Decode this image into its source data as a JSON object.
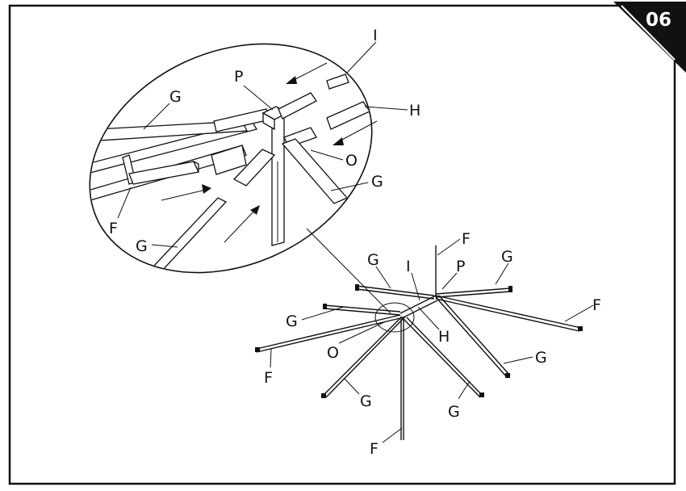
{
  "step": {
    "number": "06"
  },
  "colors": {
    "ink": "#111111",
    "paper": "#ffffff"
  },
  "detail": {
    "labels": {
      "I": "I",
      "P": "P",
      "G_top": "G",
      "H": "H",
      "O": "O",
      "G_right": "G",
      "F": "F",
      "G_bottom": "G"
    }
  },
  "assembly": {
    "labels": {
      "F_top": "F",
      "G_topleft": "G",
      "I": "I",
      "P": "P",
      "G_topright": "G",
      "F_right": "F",
      "G_left": "G",
      "H": "H",
      "O": "O",
      "G_right": "G",
      "F_left": "F",
      "G_lower_left": "G",
      "G_lower_right": "G",
      "F_bottom": "F"
    }
  }
}
